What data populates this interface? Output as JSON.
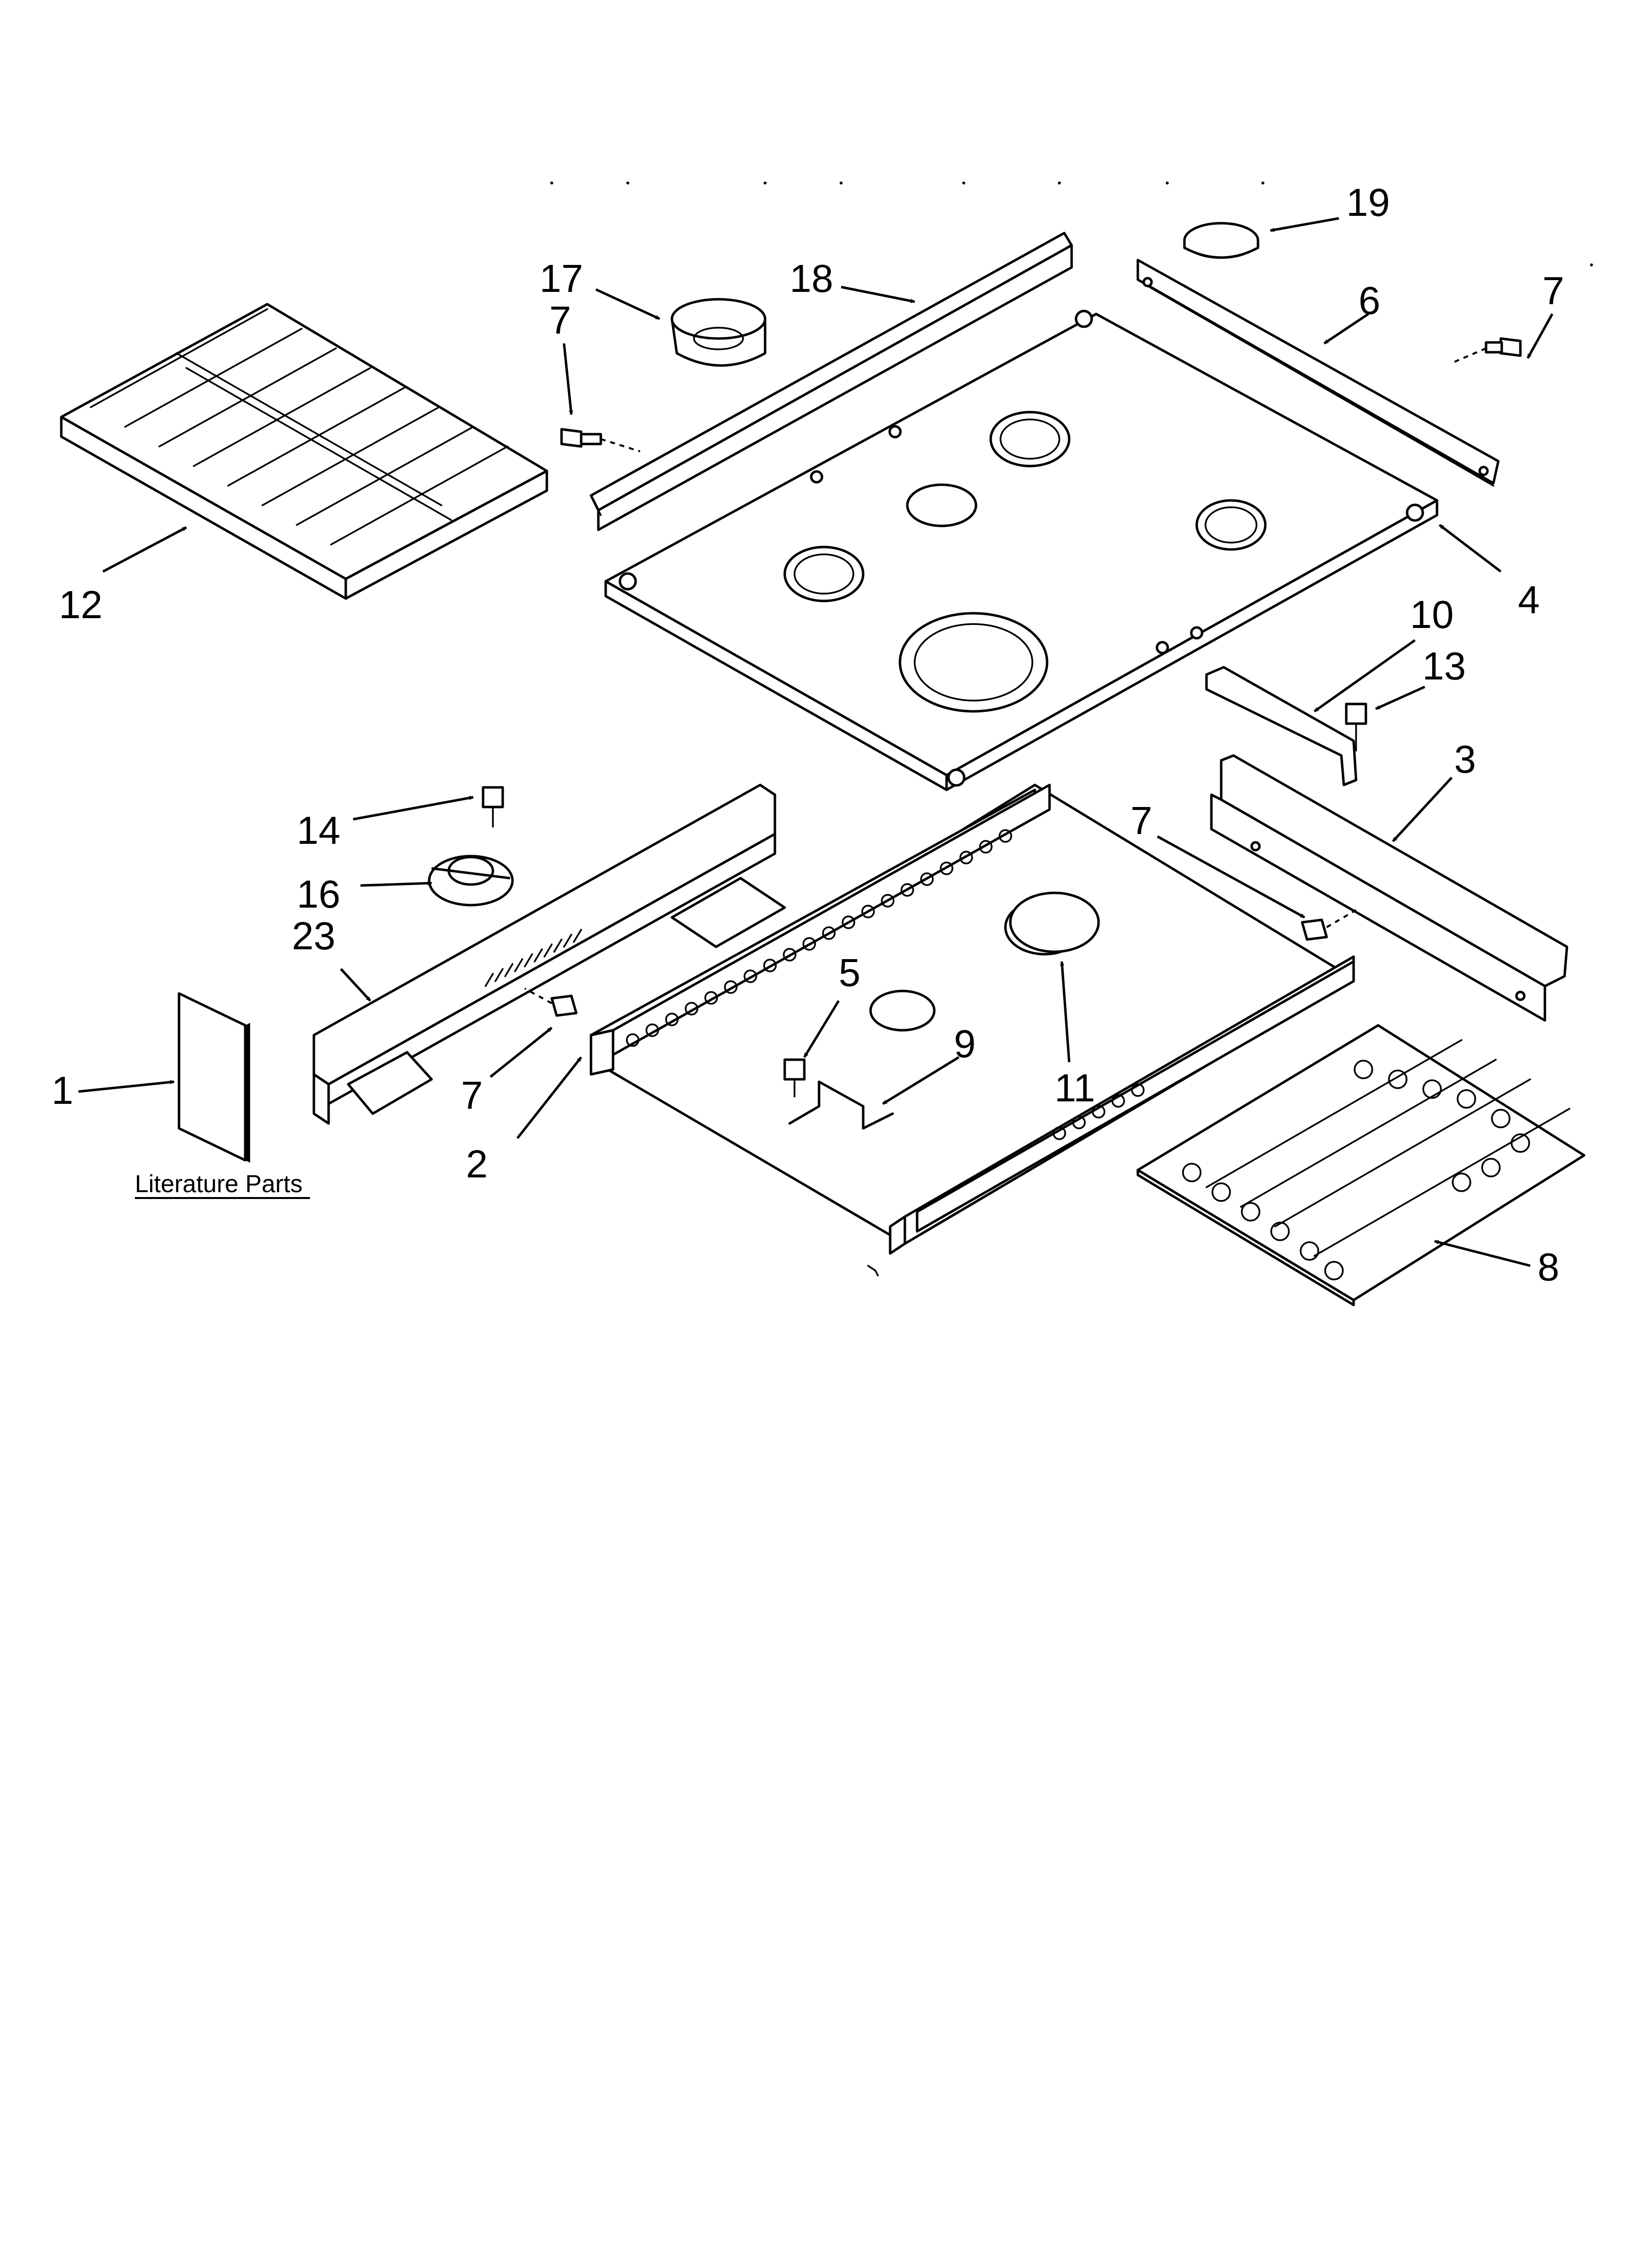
{
  "callouts": {
    "c1": "1",
    "c2": "2",
    "c3": "3",
    "c4": "4",
    "c5": "5",
    "c6": "6",
    "c7_top_left": "7",
    "c7_top_right": "7",
    "c7_mid_left": "7",
    "c7_mid_right": "7",
    "c8": "8",
    "c9": "9",
    "c10": "10",
    "c11": "11",
    "c12": "12",
    "c13": "13",
    "c14": "14",
    "c16": "16",
    "c17": "17",
    "c18": "18",
    "c19": "19",
    "c23": "23"
  },
  "literature_label": "Literature Parts",
  "colors": {
    "line": "#000000",
    "background": "#ffffff"
  }
}
